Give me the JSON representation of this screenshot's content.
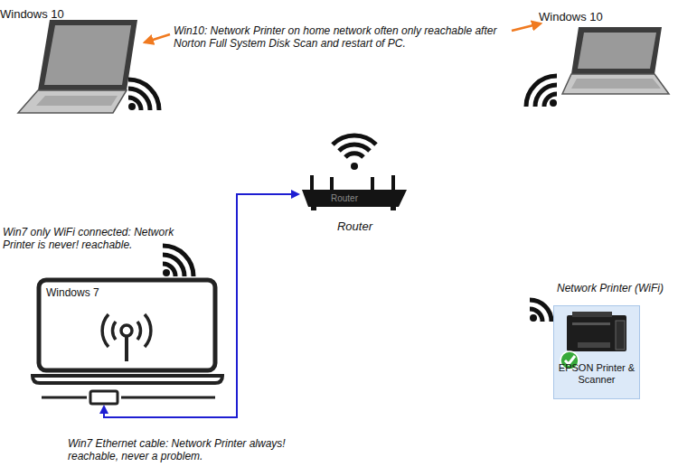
{
  "diagram": {
    "nodes": [
      {
        "text": [
          "Windows 10"
        ]
      },
      {
        "text": [
          "Windows 10"
        ]
      },
      {
        "text": [
          "Router"
        ]
      },
      {
        "text": [
          "Windows 7"
        ]
      },
      {
        "text": [
          "Network Printer (WiFi)",
          "EPSON Printer & Scanner"
        ]
      }
    ],
    "edges": [
      {
        "from": 3,
        "to": 2,
        "arrow": "both"
      }
    ],
    "labels": [
      "Win10: Network Printer on home network often only reachable after Norton Full System Disk Scan and restart of PC.",
      "Router",
      "Win7 only WiFi connected: Network Printer is never! reachable.",
      "Win7 Ethernet cable: Network Printer always! reachable, never a problem."
    ]
  }
}
